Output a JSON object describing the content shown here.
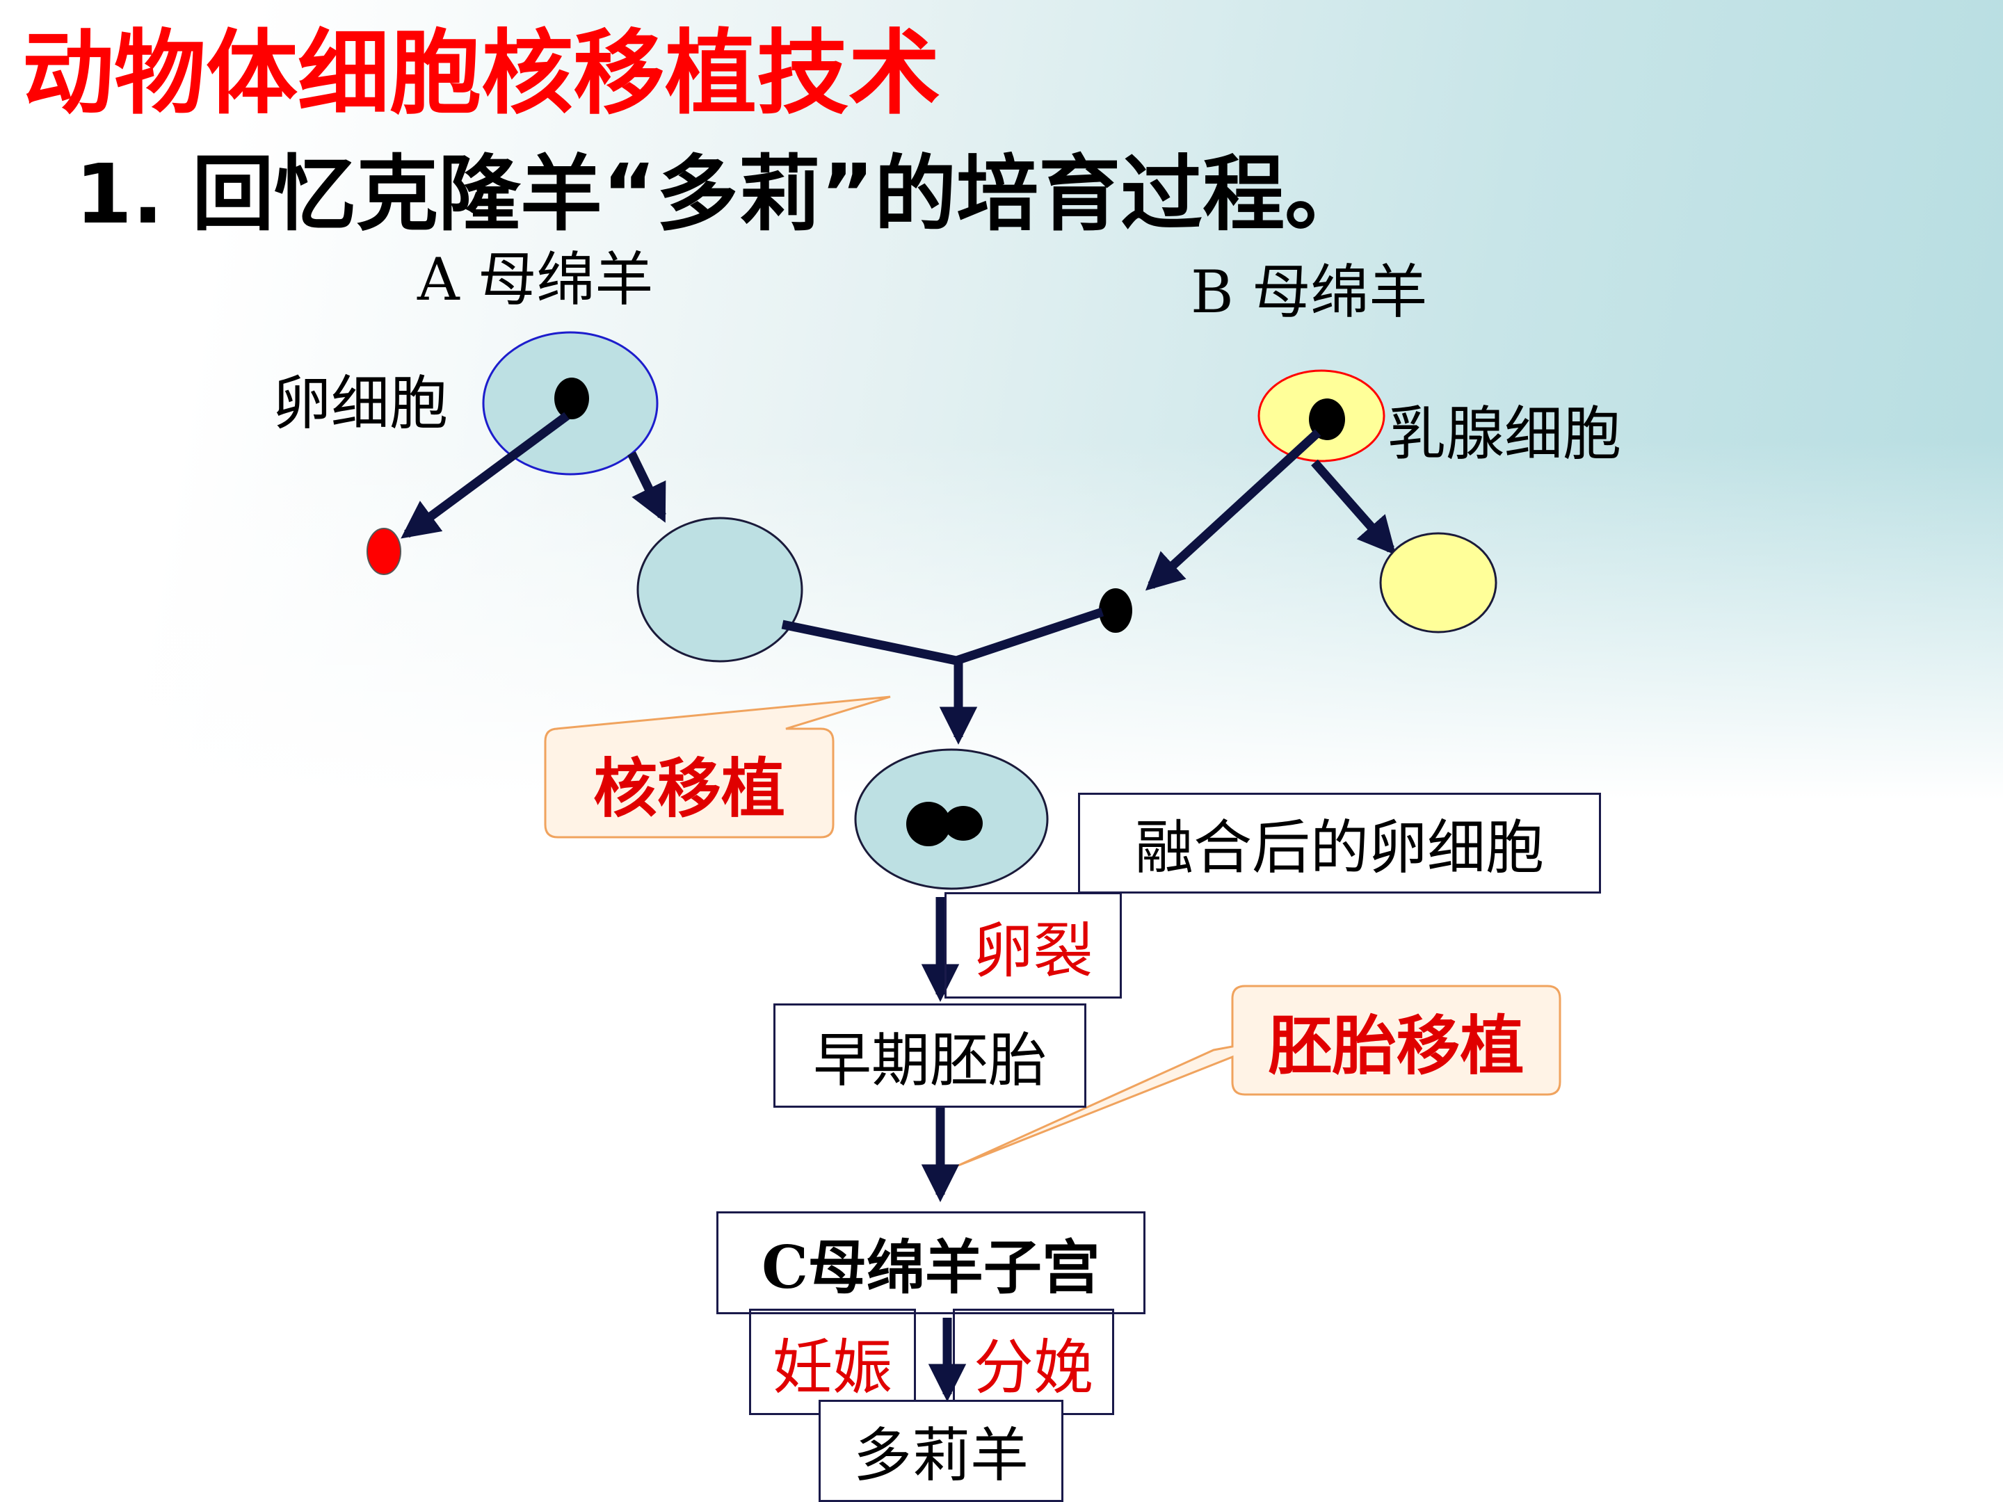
{
  "title": "动物体细胞核移植技术",
  "subtitle": "1. 回忆克隆羊“多莉”的培育过程。",
  "labels": {
    "sheep_a": "A 母绵羊",
    "sheep_b": "B 母绵羊",
    "egg_cell": "卵细胞",
    "mammary_cell": "乳腺细胞"
  },
  "callouts": {
    "nuclear_transfer": "核移植",
    "embryo_transfer": "胚胎移植"
  },
  "boxes": {
    "fused_egg": "融合后的卵细胞",
    "cleavage": "卵裂",
    "early_embryo": "早期胚胎",
    "uterus": "C母绵羊子宫",
    "pregnancy": "妊娠",
    "delivery": "分娩",
    "dolly": "多莉羊"
  },
  "colors": {
    "title": "#ff0000",
    "arrow": "#0d1240",
    "egg_fill": "#bde0e3",
    "mammary_fill": "#ffff99",
    "red_text": "#e00000",
    "callout_fill": "#fff3e6",
    "callout_border": "#f0a35e"
  }
}
